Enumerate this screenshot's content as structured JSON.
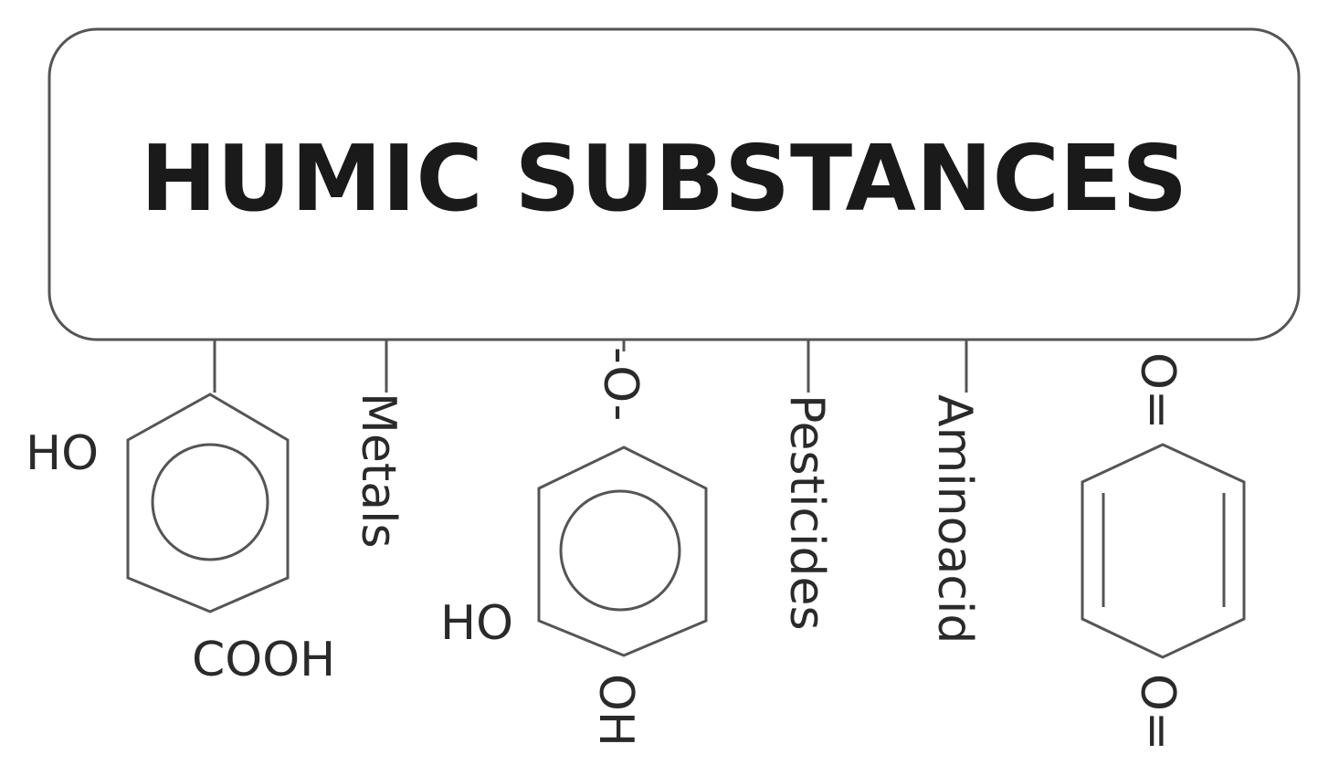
{
  "title": "HUMIC SUBSTANCES",
  "branches": {
    "metals": "Metals",
    "pesticides": "Pesticides",
    "aminoacid": "Aminoacid"
  },
  "structures": {
    "hydroxybenzoic": {
      "oh": "HO",
      "acid": "COOH"
    },
    "hydroquinone": {
      "link": "-O-",
      "ho": "HO",
      "oh": "OH"
    },
    "quinone": {
      "top": "O=",
      "bottom": "O="
    }
  }
}
